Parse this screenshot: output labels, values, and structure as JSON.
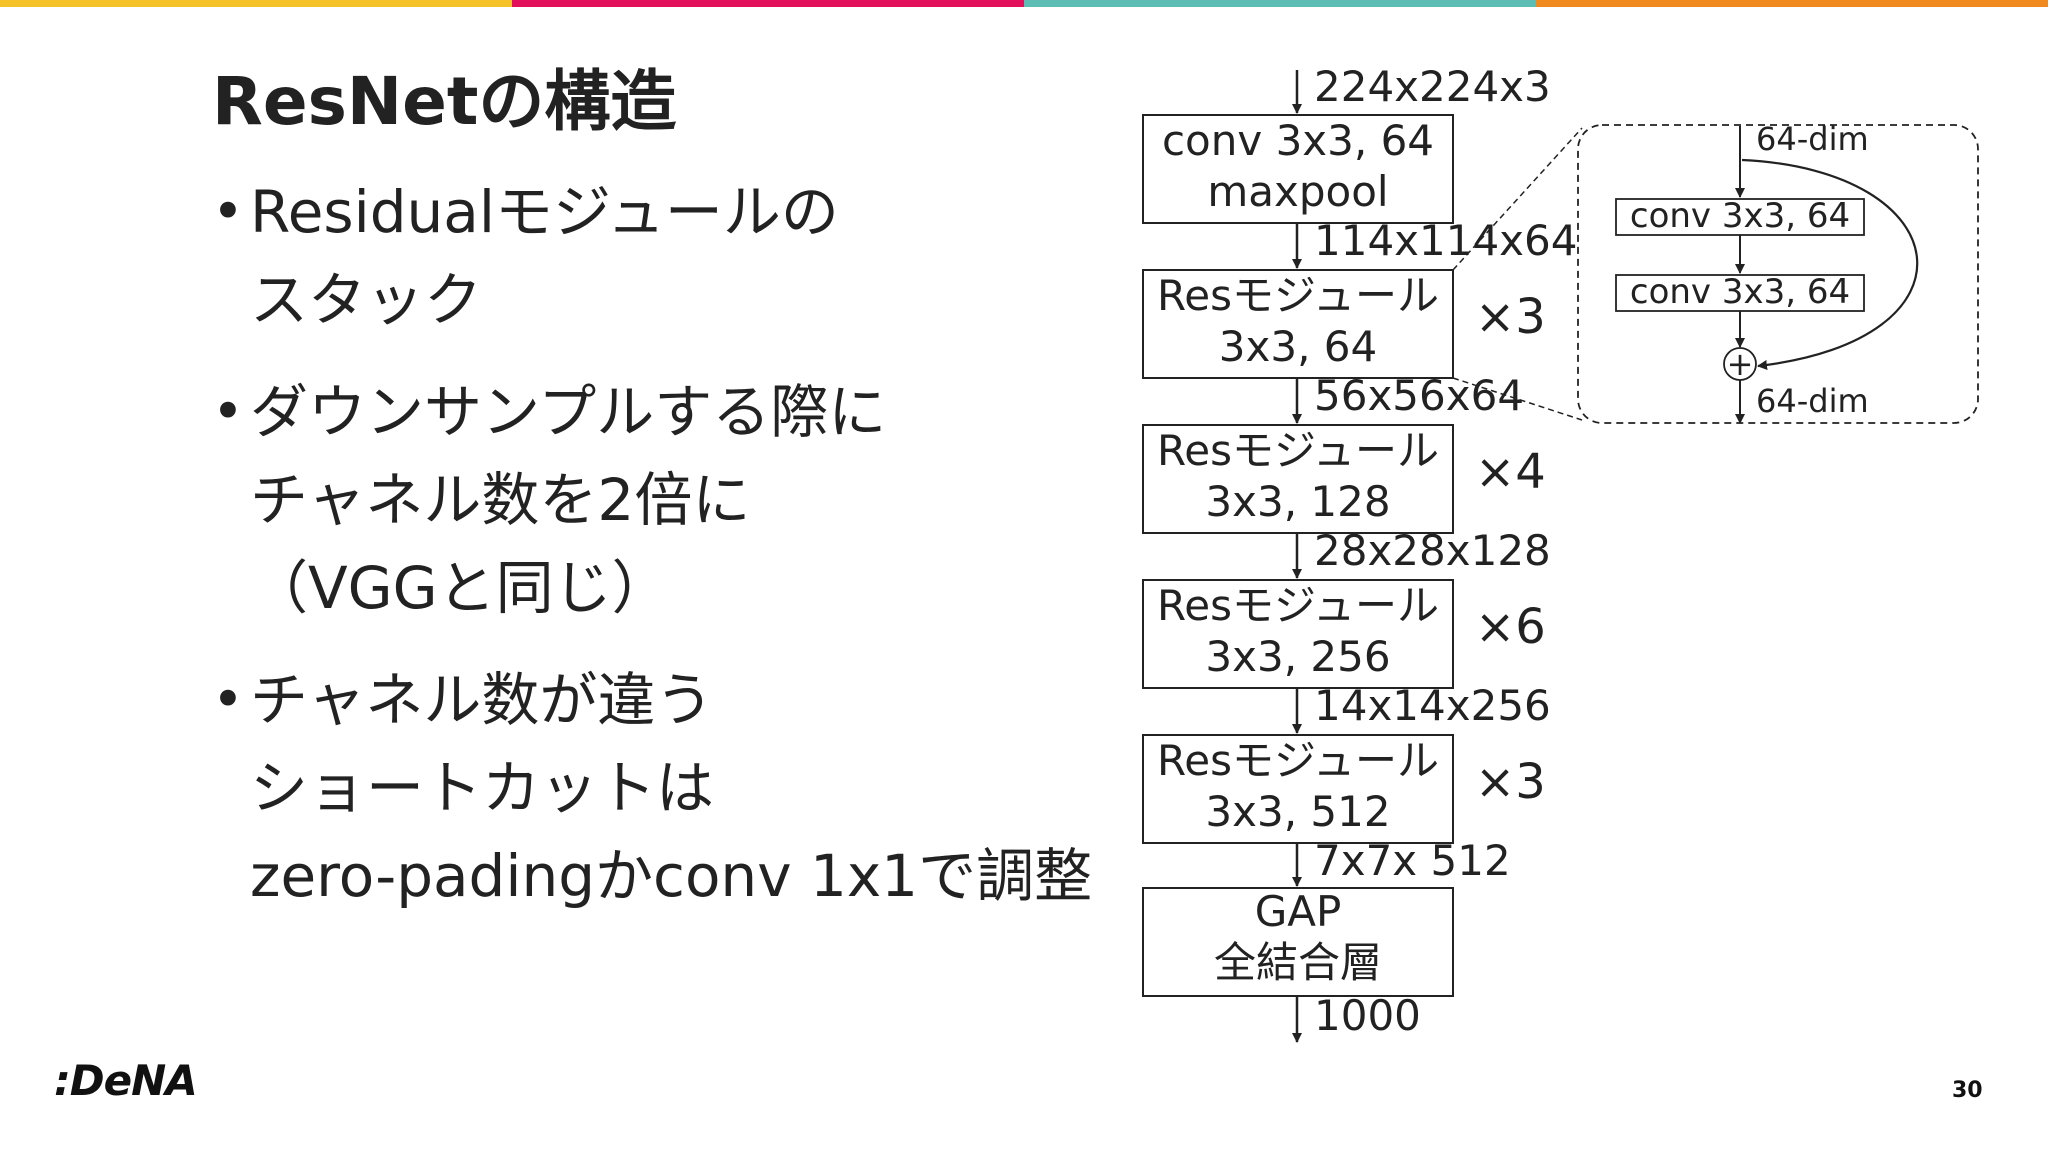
{
  "slide": {
    "title": "ResNetの構造",
    "page_number": "30",
    "logo_text": ":DeNA",
    "accent_colors": [
      "#f5c229",
      "#e2105a",
      "#5bbdb4",
      "#f08a1f"
    ]
  },
  "bullets": [
    {
      "lines": [
        "Residualモジュールの",
        "スタック"
      ]
    },
    {
      "lines": [
        "ダウンサンプルする際に",
        "チャネル数を2倍に",
        "（VGGと同じ）"
      ]
    },
    {
      "lines": [
        "チャネル数が違う",
        "ショートカットは",
        "zero-padingかconv 1x1で調整"
      ]
    }
  ],
  "diagram": {
    "input_shape": "224x224x3",
    "stages": [
      {
        "line1": "conv 3x3, 64",
        "line2": "maxpool",
        "repeat": "",
        "output_shape": "114x114x64"
      },
      {
        "line1": "Resモジュール",
        "line2": "3x3, 64",
        "repeat": "×3",
        "output_shape": "56x56x64"
      },
      {
        "line1": "Resモジュール",
        "line2": "3x3, 128",
        "repeat": "×4",
        "output_shape": "28x28x128"
      },
      {
        "line1": "Resモジュール",
        "line2": "3x3, 256",
        "repeat": "×6",
        "output_shape": "14x14x256"
      },
      {
        "line1": "Resモジュール",
        "line2": "3x3, 512",
        "repeat": "×3",
        "output_shape": "7x7x 512"
      },
      {
        "line1": "GAP",
        "line2": "全結合層",
        "repeat": "",
        "output_shape": "1000"
      }
    ],
    "inset": {
      "top_label": "64-dim",
      "conv1": "conv 3x3, 64",
      "conv2": "conv 3x3, 64",
      "bottom_label": "64-dim",
      "add_symbol": "+"
    }
  }
}
